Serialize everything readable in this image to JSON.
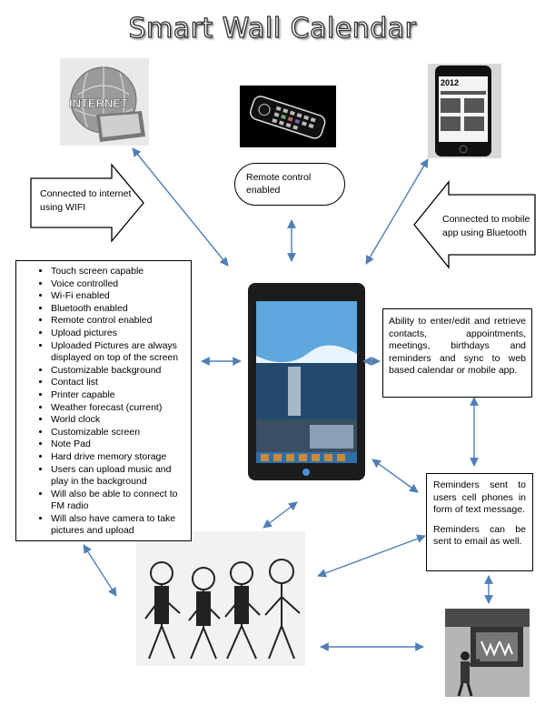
{
  "title": "Smart Wall Calendar",
  "internet_image_text": "INTERNET",
  "calendar_image_year": "2012",
  "wifi_label": "Connected to internet using WIFI",
  "remote_label": "Remote control enabled",
  "bluetooth_label": "Connected to mobile app using Bluetooth",
  "features": [
    "Touch screen capable",
    "Voice controlled",
    "Wi-Fi enabled",
    "Bluetooth enabled",
    "Remote control  enabled",
    "Upload pictures",
    "Uploaded Pictures are always displayed on top of the screen",
    "Customizable background",
    "Contact list",
    "Printer capable",
    "Weather forecast (current)",
    "World clock",
    "Customizable screen",
    "Note Pad",
    "Hard drive memory storage",
    "Users can upload music and play in the background",
    "Will also be able to connect to FM radio",
    "Will also have camera to take pictures and upload"
  ],
  "sync_text": "Ability to enter/edit and retrieve contacts, appointments, meetings, birthdays and reminders and sync to web based calendar or mobile app.",
  "reminders": [
    "Reminders sent to users cell phones in form of text message.",
    "Reminders can be sent to email as well."
  ],
  "colors": {
    "arrow": "#4f7fb5",
    "device": "#1c1c1c",
    "screen": "#2f6fa8"
  }
}
